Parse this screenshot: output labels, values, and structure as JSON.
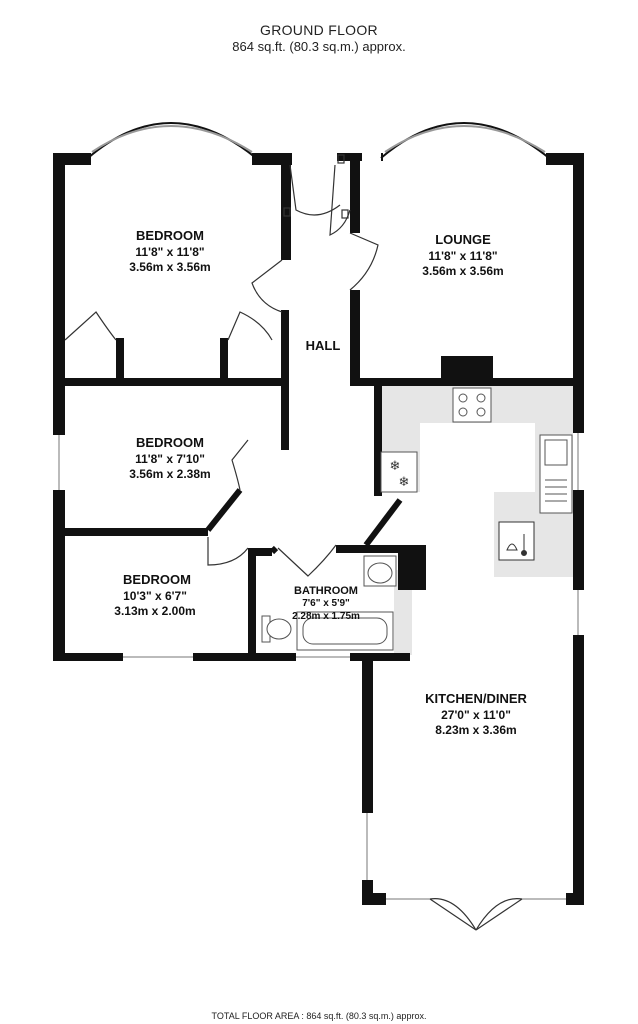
{
  "header": {
    "title": "GROUND FLOOR",
    "area": "864 sq.ft. (80.3 sq.m.) approx."
  },
  "rooms": {
    "bedroom1": {
      "name": "BEDROOM",
      "dim_imperial": "11'8\"  x 11'8\"",
      "dim_metric": "3.56m  x 3.56m"
    },
    "lounge": {
      "name": "LOUNGE",
      "dim_imperial": "11'8\"  x 11'8\"",
      "dim_metric": "3.56m  x 3.56m"
    },
    "hall": {
      "name": "HALL"
    },
    "bedroom2": {
      "name": "BEDROOM",
      "dim_imperial": "11'8\"  x 7'10\"",
      "dim_metric": "3.56m  x 2.38m"
    },
    "bedroom3": {
      "name": "BEDROOM",
      "dim_imperial": "10'3\"  x 6'7\"",
      "dim_metric": "3.13m  x 2.00m"
    },
    "bathroom": {
      "name": "BATHROOM",
      "dim_imperial": "7'6\"  x 5'9\"",
      "dim_metric": "2.28m  x 1.75m"
    },
    "kitchen": {
      "name": "KITCHEN/DINER",
      "dim_imperial": "27'0\"  x 11'0\"",
      "dim_metric": "8.23m  x 3.36m"
    }
  },
  "footer": {
    "total": "TOTAL FLOOR AREA : 864 sq.ft. (80.3 sq.m.) approx."
  },
  "colors": {
    "wall": "#111111",
    "counter": "#e6e6e6",
    "fixture": "#888888"
  },
  "icons": [
    "snowflake-icon",
    "hob-icon",
    "sink-icon",
    "appliance-icon",
    "toilet-icon",
    "bath-icon",
    "basin-icon"
  ]
}
